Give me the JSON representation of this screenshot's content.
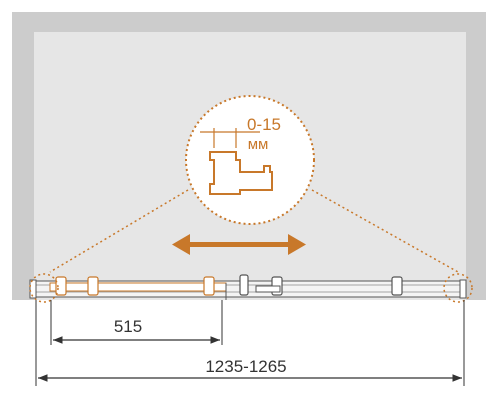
{
  "colors": {
    "wall": "#cccccc",
    "niche": "#e6e6e6",
    "accent": "#c8782a",
    "line": "#333333",
    "dim_text": "#333333"
  },
  "detail": {
    "gap_range": "0-15",
    "gap_unit": "мм"
  },
  "dimensions": {
    "door_width": "515",
    "total_width": "1235-1265"
  },
  "icons": {
    "slide_direction": "double-arrow",
    "magnifier": "dotted-circle"
  }
}
